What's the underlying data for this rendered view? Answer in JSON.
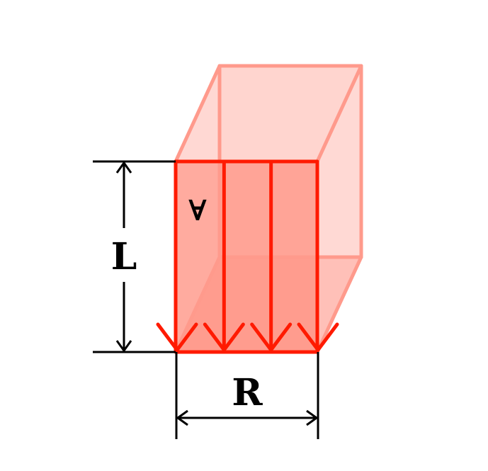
{
  "diagram": {
    "labels": {
      "length": "L",
      "width": "R",
      "symbol": "∀"
    },
    "arrow_count": 4,
    "colors": {
      "background": "#ffffff",
      "box_back_fill": "#ffd8d3",
      "box_face_fill": "#ff8a7a",
      "box_edge_faint": "#ff9a8c",
      "box_edge_strong": "#ff1a00",
      "dimension_line": "#000000",
      "label_text": "#000000"
    }
  }
}
